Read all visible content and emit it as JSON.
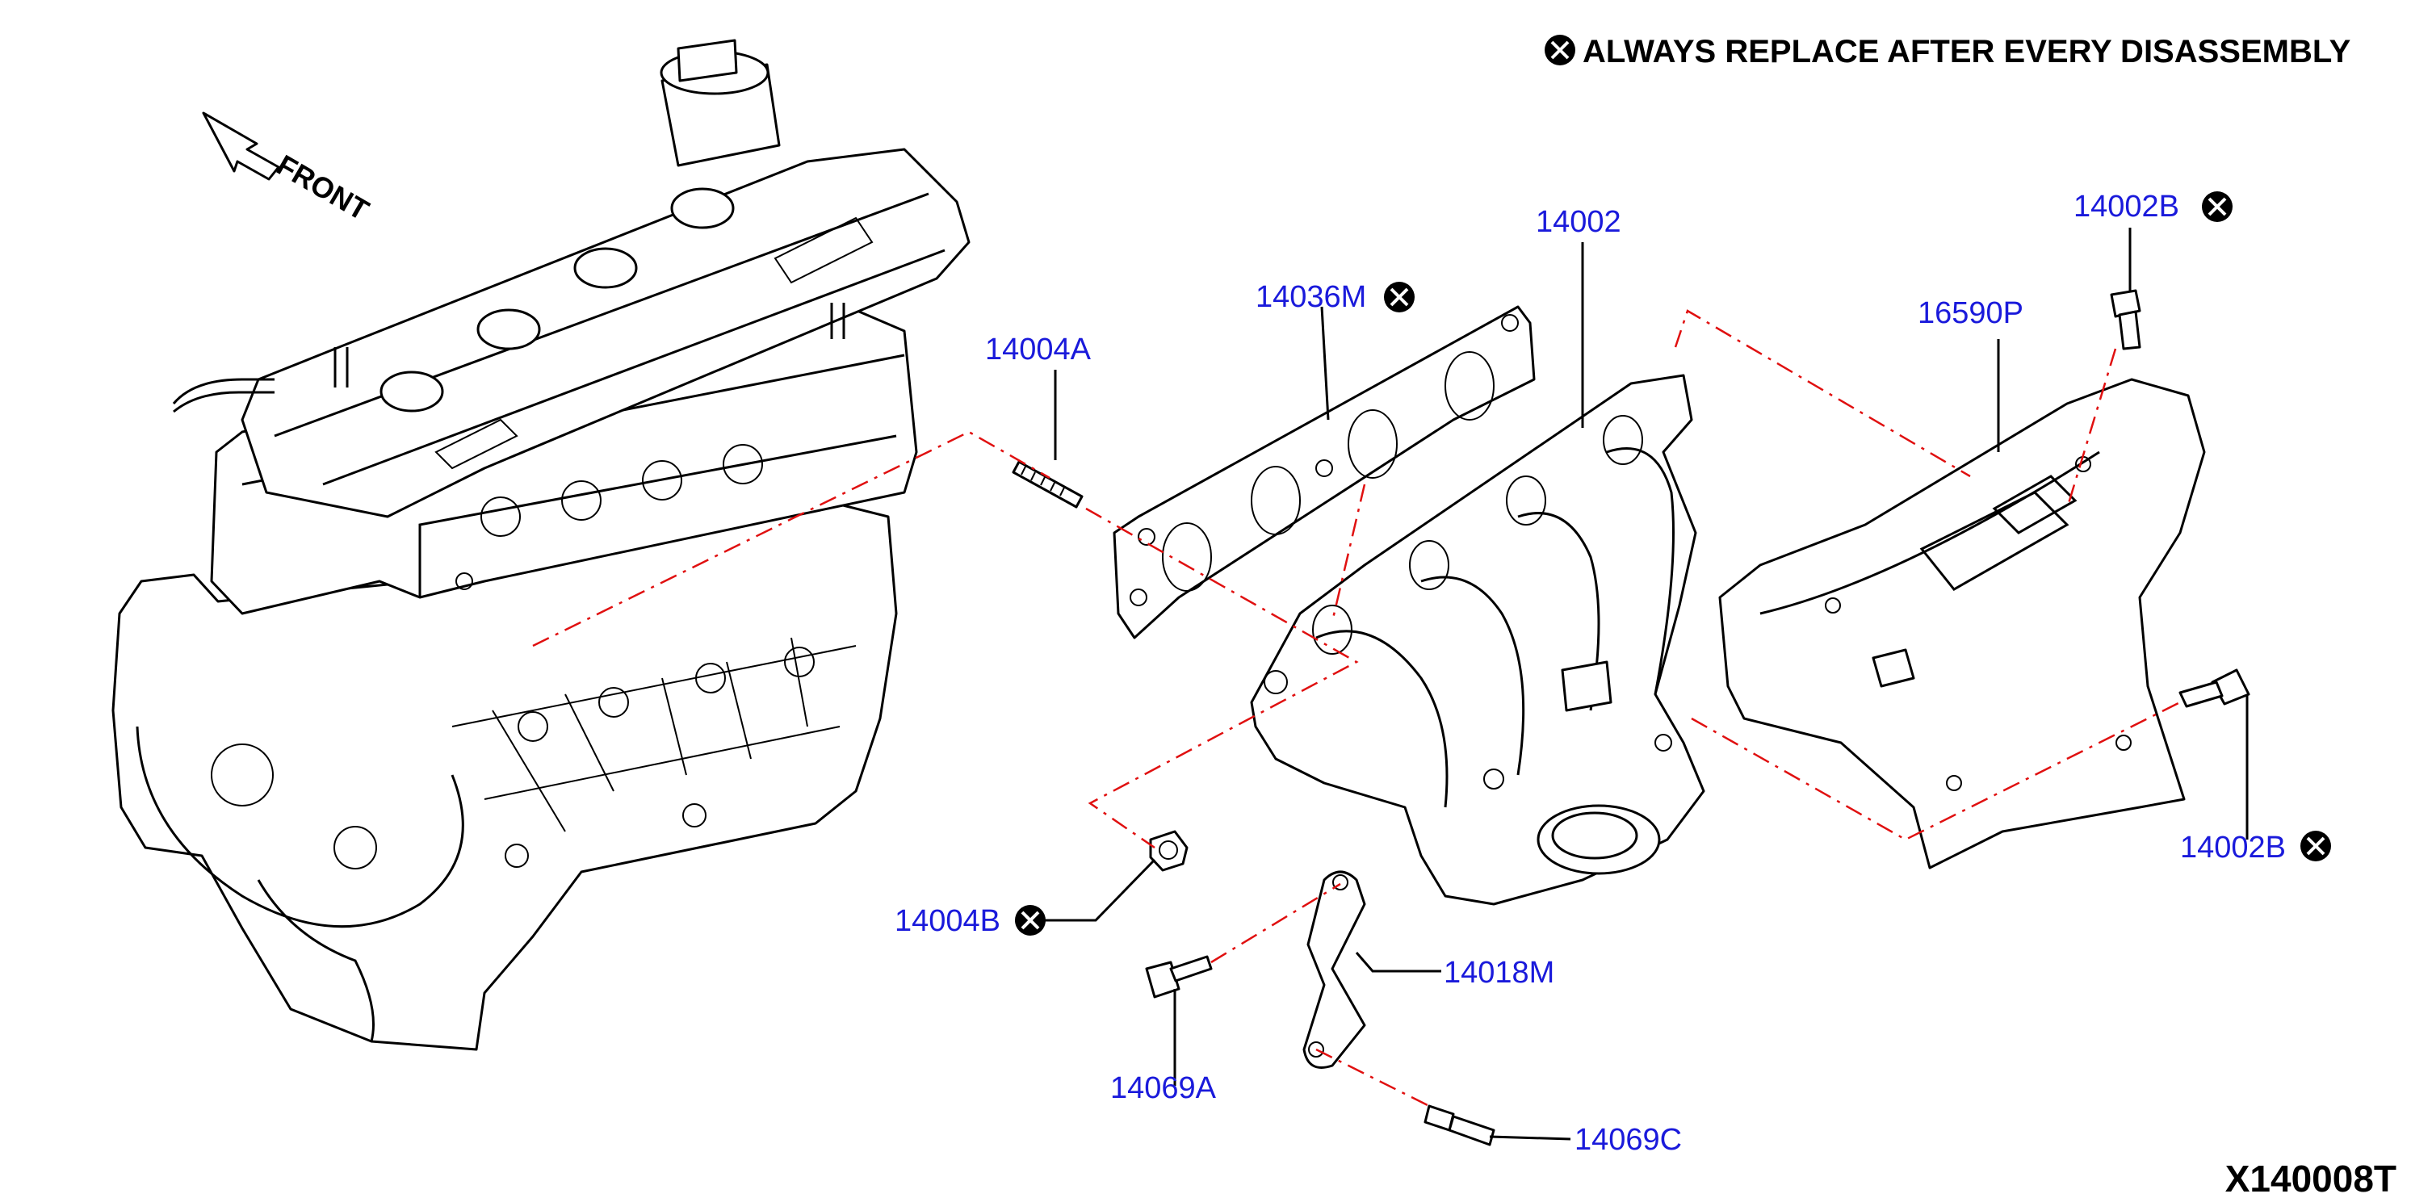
{
  "header": {
    "notice_text": "ALWAYS REPLACE AFTER EVERY DISASSEMBLY",
    "notice_symbol": "circle-x-icon"
  },
  "orientation": {
    "label": "FRONT",
    "icon": "arrow-left-icon"
  },
  "parts": [
    {
      "id": "14002",
      "label": "14002",
      "always_replace": false
    },
    {
      "id": "14036M",
      "label": "14036M",
      "always_replace": true
    },
    {
      "id": "14004A",
      "label": "14004A",
      "always_replace": false
    },
    {
      "id": "14002B_top",
      "label": "14002B",
      "always_replace": true
    },
    {
      "id": "16590P",
      "label": "16590P",
      "always_replace": false
    },
    {
      "id": "14002B_right",
      "label": "14002B",
      "always_replace": true
    },
    {
      "id": "14004B",
      "label": "14004B",
      "always_replace": true
    },
    {
      "id": "14018M",
      "label": "14018M",
      "always_replace": false
    },
    {
      "id": "14069A",
      "label": "14069A",
      "always_replace": false
    },
    {
      "id": "14069C",
      "label": "14069C",
      "always_replace": false
    }
  ],
  "diagram_ref": "X140008T",
  "colors": {
    "label": "#1a1adb",
    "guide_line": "#e01010",
    "line_art": "#000000"
  }
}
